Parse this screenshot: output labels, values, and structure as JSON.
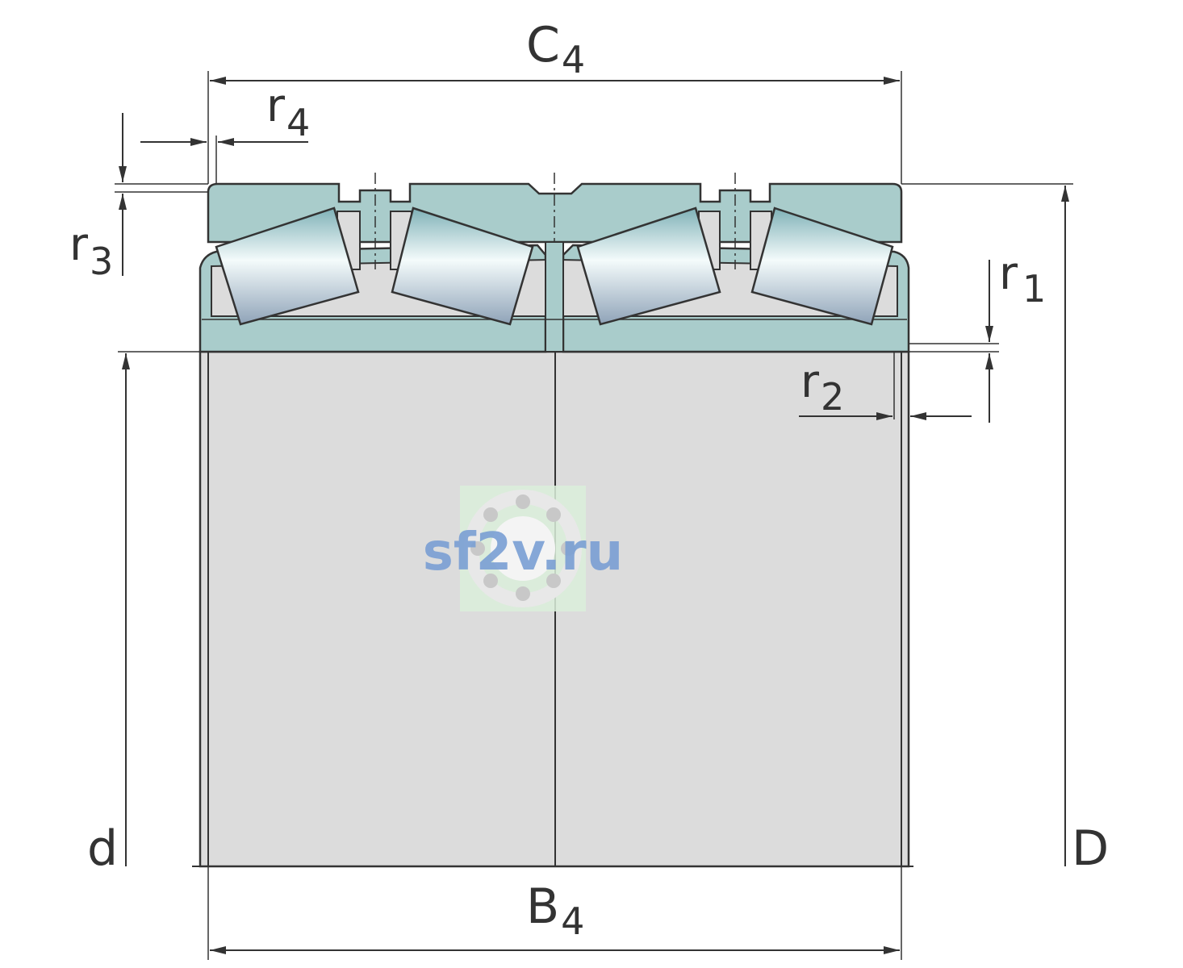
{
  "labels": {
    "C4": {
      "main": "C",
      "sub": "4"
    },
    "B4": {
      "main": "B",
      "sub": "4"
    },
    "r1": {
      "main": "r",
      "sub": "1"
    },
    "r2": {
      "main": "r",
      "sub": "2"
    },
    "r3": {
      "main": "r",
      "sub": "3"
    },
    "r4": {
      "main": "r",
      "sub": "4"
    },
    "d": "d",
    "D": "D"
  },
  "watermark": "sf2v.ru",
  "colors": {
    "ring": "#a9cccb",
    "bore": "#dcdcdc",
    "outline": "#333333",
    "watermark_text": "#7a9fd4",
    "watermark_bg": "#dbeedb"
  }
}
